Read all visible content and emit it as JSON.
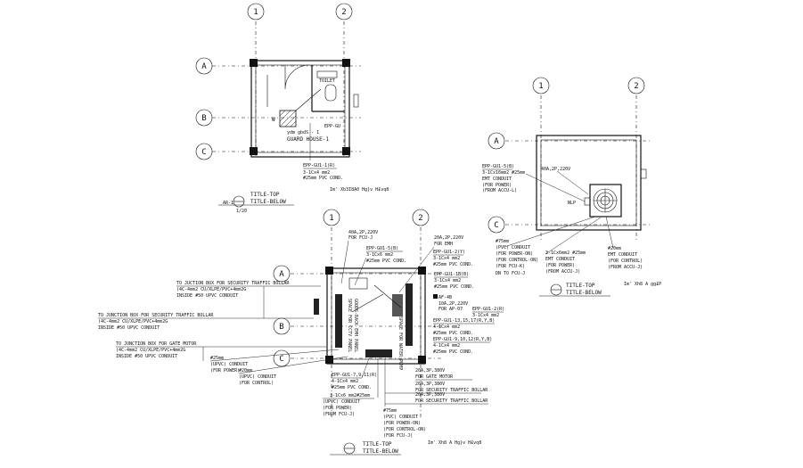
{
  "grid_markers": {
    "g1": "1",
    "g2": "2",
    "gA": "A",
    "gB": "B",
    "gC": "C"
  },
  "plan1": {
    "room_name": "GUARD HOUSE-1",
    "room_sub": "ydm gbdS - 1",
    "toilet": "TOILET",
    "w_label": "W",
    "epp_gu": "EPP-GU",
    "circuit": "EPP-GU1-1(R)",
    "cable": "3-1Cx4 mm2",
    "conduit": "#25mm PVC COND.",
    "title_top": "TITLE-TOP",
    "title_below": "TITLE-BELOW",
    "scale": "Im' Xb3I8A0 Hg}v H£vq8",
    "tag": "AR-1",
    "tag2": "1/20"
  },
  "plan2": {
    "circuit": "EPP-GU1-5(B)",
    "cable": "3-1Cx16mm2 #25mm",
    "conduit": "EMT CONDUIT",
    "for_power": "(FOR POWER)",
    "for_accu": "(FROM ACCU-L)",
    "breaker": "40A,2P,220V",
    "l75": "#75mm",
    "pvc": "(PVC) CONDUIT",
    "fp": "(FOR POWER-ON)",
    "fc": "(FOR CONTROL-ON)",
    "ffcu": "(FOR FCU-K)",
    "dn": "DN TO FCU-J",
    "cable2": "3-1Cx6mm2 #25mm",
    "emt2": "EMT CONDUIT",
    "fp2": "(FOR POWER)",
    "fa2": "(FROM ACCU-J)",
    "l20": "#20mm",
    "emt3": "EMT CONDUIT",
    "fc3": "(FOR CONTROL)",
    "fa3": "(FROM ACCU-J)",
    "tag": "NLP",
    "title_top": "TITLE-TOP",
    "title_below": "TITLE-BELOW",
    "scale": "Im' Xh8 A gg£P"
  },
  "plan3": {
    "jb1": "TO JUCTION BOX FOR SECURITY TRAFFIC BOLLAR",
    "jb1c": "(4C-4mm2 CU/XLPE/PVC+4mm2G",
    "jb1d": "INSIDE #50 UPVC CONDUIT",
    "jb2": "TO JUNCTION BOX FOR SECURITY TRAFFIC BOLLAR",
    "jb2c": "(4C-4mm2 CU/XLPE/PVC+4mm2G",
    "jb2d": "INSIDE #50 UPVC CONDUIT",
    "jb3": "TO JUNCTION BOX FOR GATE MOTOR",
    "jb3c": "(4C-4mm2 CU/XLPE/PVC+4mm2G",
    "jb3d": "INSIDE #50 UPVC CONDUIT",
    "u25": "#25mm",
    "u25b": "(UPVC) CONDUIT",
    "u25c": "(FOR POWER)",
    "u20": "#20mm",
    "u20b": "(UPVC) CONDUIT",
    "u20c": "(FOR CONTROL)",
    "b40": "40A,2P,220V",
    "b40f": "FOR FCU-J",
    "c8": "EPP-GU1-5(B)",
    "c8b": "3-1Cx6 mm2",
    "c8c": "#25mm PVC COND.",
    "b20": "20A,2P,220V",
    "b20f": "FOR EMH",
    "c1": "EPP-GU1-2(Y)",
    "c1b": "3-1Cx4 mm2",
    "c1c": "#25mm PVC COND.",
    "c2": "EPP-GU1-1B(B)",
    "c2b": "3-1Cx4 mm2",
    "c2c": "#25mm PVC COND.",
    "af": "AF-4B",
    "b10": "10A,2P,220V",
    "b10f": "FOR AP-07",
    "c3": "EPP-GU1-2(R)",
    "c3b": "3-1Cx4 mm2",
    "c4": "EPP-GU1-13,15,17(R,Y,B)",
    "c4b": "4-1Cx4 mm2",
    "c4c": "#25mm PVC COND.",
    "c5": "EPP-GU1-9,10,12(R,Y,B)",
    "c5b": "4-1Cx4 mm2",
    "c5c": "#25mm PVC COND.",
    "c6": "EPP-GU1-7,9,11(R)",
    "c6b": "4-1Cx4 mm2",
    "c6c": "#25mm PVC COND.",
    "g20": "20A,3P,380V",
    "g20f": "FOR GATE MOTOR",
    "g20b": "20A,3P,380V",
    "g20bf": "FOR SECURITY TRAFFIC BOLLAR",
    "g20c": "20A,3P,380V",
    "g20cf": "FOR SECURITY TRAFFIC BOLLAR",
    "c7": "3-1Cx6 mm2#25mm",
    "c7b": "(UPVC) CONDUIT",
    "c7c": "(FOR POWER)",
    "c7d": "(FROM FCU-J)",
    "l75": "#75mm",
    "l75b": "(PVC) CONDUIT",
    "l75c": "(FOR POWER-ON)",
    "l75d": "(FOR CONTROL-ON)",
    "l75e": "(FOR FCU-J)",
    "v1": "SPACE FOR CCTV PANEL",
    "v2": "GOODS-RACK EMH PANEL",
    "v3": "SPACE FOR WATER PUMP",
    "title_top": "TITLE-TOP",
    "title_below": "TITLE-BELOW",
    "scale": "Im' Xh8 A Hg}v H£vq8"
  }
}
